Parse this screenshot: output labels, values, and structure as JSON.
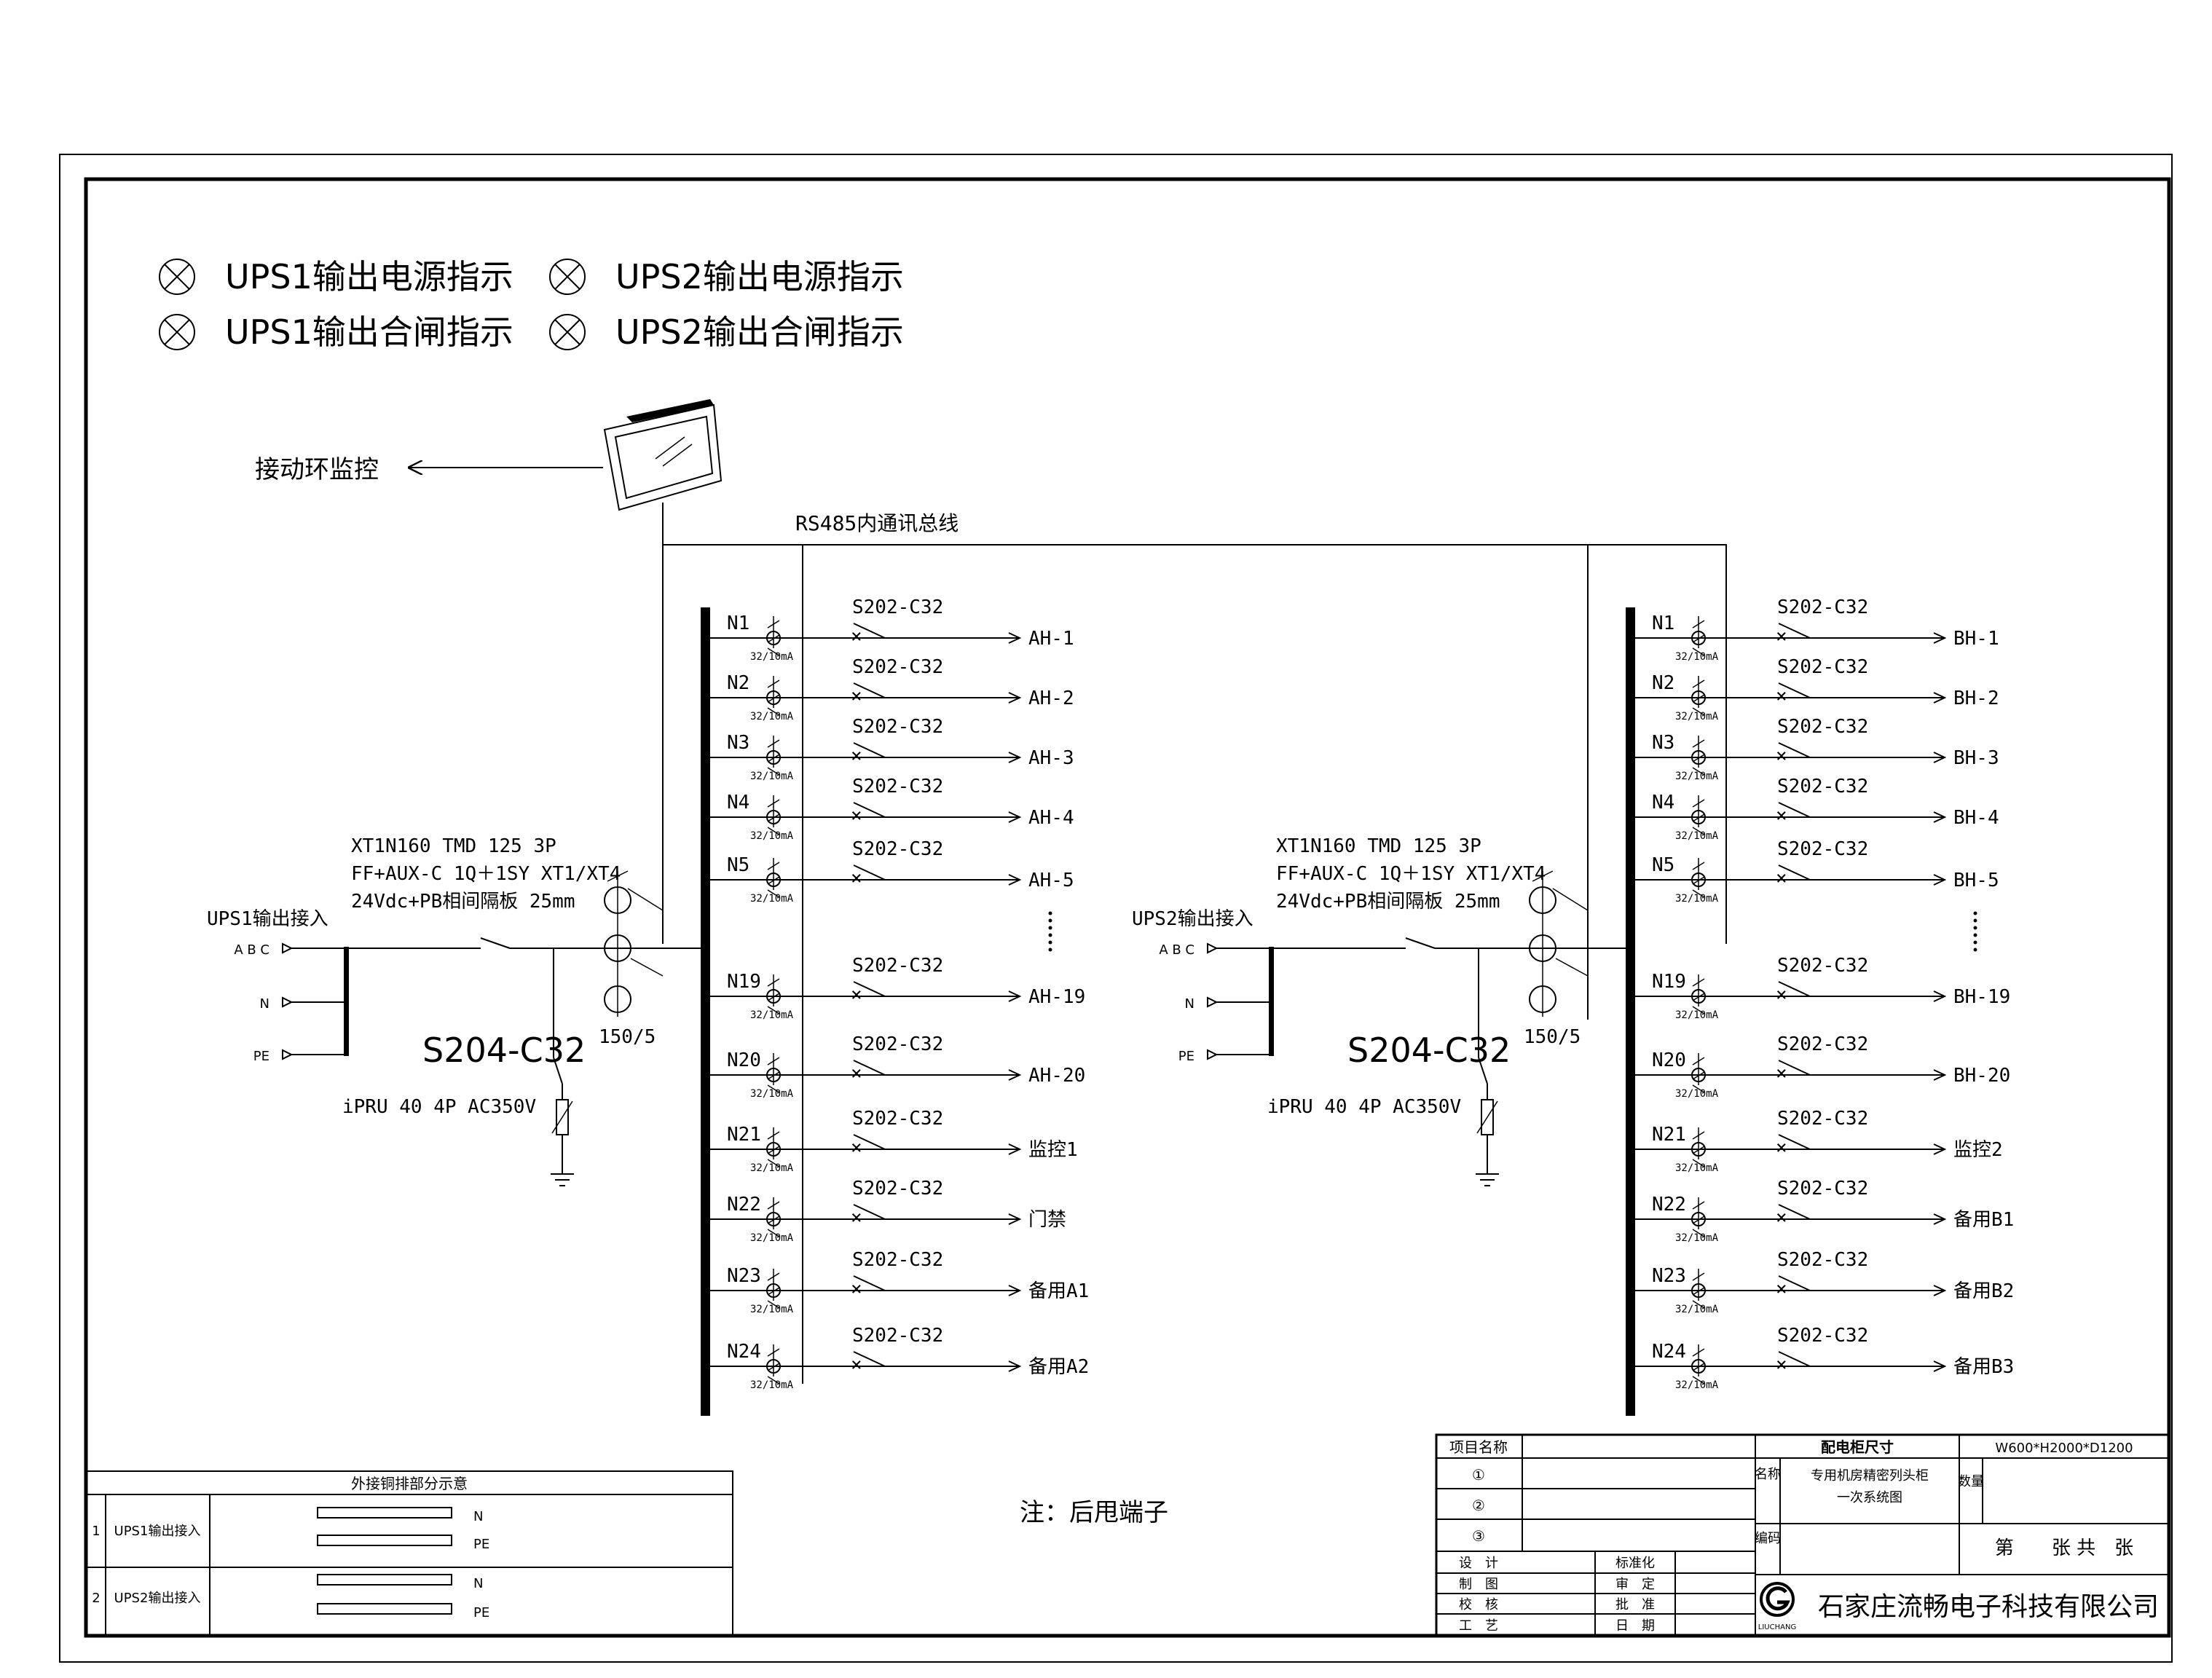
{
  "legend": [
    {
      "icon": "indicator-lamp-icon",
      "text": "UPS1输出电源指示"
    },
    {
      "icon": "indicator-lamp-icon",
      "text": "UPS2输出电源指示"
    },
    {
      "icon": "indicator-lamp-icon",
      "text": "UPS1输出合闸指示"
    },
    {
      "icon": "indicator-lamp-icon",
      "text": "UPS2输出合闸指示"
    }
  ],
  "monitor": {
    "label": "接动环监控",
    "icon": "touch-screen-monitor-icon"
  },
  "bus_label": "RS485内通讯总线",
  "panels": [
    {
      "input_label": "UPS1输出接入",
      "phase_labels": [
        "A B C",
        "N",
        "PE"
      ],
      "main_breaker": [
        "XT1N160 TMD 125 3P",
        "FF+AUX-C 1Q＋1SY XT1/XT4",
        "24Vdc+PB相间隔板 25mm"
      ],
      "ct_label": "150/5",
      "spd_breaker": "S204-C32",
      "spd": "iPRU 40 4P AC350V",
      "circuits": [
        {
          "n": "N1",
          "rating": "32/10mA",
          "breaker": "S202-C32",
          "out": "AH-1"
        },
        {
          "n": "N2",
          "rating": "32/10mA",
          "breaker": "S202-C32",
          "out": "AH-2"
        },
        {
          "n": "N3",
          "rating": "32/10mA",
          "breaker": "S202-C32",
          "out": "AH-3"
        },
        {
          "n": "N4",
          "rating": "32/10mA",
          "breaker": "S202-C32",
          "out": "AH-4"
        },
        {
          "n": "N5",
          "rating": "32/10mA",
          "breaker": "S202-C32",
          "out": "AH-5"
        },
        {
          "n": "N19",
          "rating": "32/10mA",
          "breaker": "S202-C32",
          "out": "AH-19"
        },
        {
          "n": "N20",
          "rating": "32/10mA",
          "breaker": "S202-C32",
          "out": "AH-20"
        },
        {
          "n": "N21",
          "rating": "32/10mA",
          "breaker": "S202-C32",
          "out": "监控1"
        },
        {
          "n": "N22",
          "rating": "32/10mA",
          "breaker": "S202-C32",
          "out": "门禁"
        },
        {
          "n": "N23",
          "rating": "32/10mA",
          "breaker": "S202-C32",
          "out": "备用A1"
        },
        {
          "n": "N24",
          "rating": "32/10mA",
          "breaker": "S202-C32",
          "out": "备用A2"
        }
      ]
    },
    {
      "input_label": "UPS2输出接入",
      "phase_labels": [
        "A B C",
        "N",
        "PE"
      ],
      "main_breaker": [
        "XT1N160 TMD 125 3P",
        "FF+AUX-C 1Q＋1SY XT1/XT4",
        "24Vdc+PB相间隔板 25mm"
      ],
      "ct_label": "150/5",
      "spd_breaker": "S204-C32",
      "spd": "iPRU 40 4P AC350V",
      "circuits": [
        {
          "n": "N1",
          "rating": "32/10mA",
          "breaker": "S202-C32",
          "out": "BH-1"
        },
        {
          "n": "N2",
          "rating": "32/10mA",
          "breaker": "S202-C32",
          "out": "BH-2"
        },
        {
          "n": "N3",
          "rating": "32/10mA",
          "breaker": "S202-C32",
          "out": "BH-3"
        },
        {
          "n": "N4",
          "rating": "32/10mA",
          "breaker": "S202-C32",
          "out": "BH-4"
        },
        {
          "n": "N5",
          "rating": "32/10mA",
          "breaker": "S202-C32",
          "out": "BH-5"
        },
        {
          "n": "N19",
          "rating": "32/10mA",
          "breaker": "S202-C32",
          "out": "BH-19"
        },
        {
          "n": "N20",
          "rating": "32/10mA",
          "breaker": "S202-C32",
          "out": "BH-20"
        },
        {
          "n": "N21",
          "rating": "32/10mA",
          "breaker": "S202-C32",
          "out": "监控2"
        },
        {
          "n": "N22",
          "rating": "32/10mA",
          "breaker": "S202-C32",
          "out": "备用B1"
        },
        {
          "n": "N23",
          "rating": "32/10mA",
          "breaker": "S202-C32",
          "out": "备用B2"
        },
        {
          "n": "N24",
          "rating": "32/10mA",
          "breaker": "S202-C32",
          "out": "备用B3"
        }
      ]
    }
  ],
  "note": "注：后甩端子",
  "copper_table": {
    "title": "外接铜排部分示意",
    "rows": [
      {
        "no": "1",
        "name": "UPS1输出接入",
        "bars": [
          "N",
          "PE"
        ]
      },
      {
        "no": "2",
        "name": "UPS2输出接入",
        "bars": [
          "N",
          "PE"
        ]
      }
    ]
  },
  "title_block": {
    "project_label": "项目名称",
    "items": [
      "①",
      "②",
      "③"
    ],
    "cabinet_size_label": "配电柜尺寸",
    "cabinet_size": "W600*H2000*D1200",
    "name_label": "名称",
    "name_lines": [
      "专用机房精密列头柜",
      "一次系统图"
    ],
    "qty_label": "数量",
    "code_label": "编码",
    "sheet": "第　　张 共　张",
    "roles_left": [
      "设　计",
      "制　图",
      "校　核",
      "工　艺"
    ],
    "roles_right": [
      "标准化",
      "审　定",
      "批　准",
      "日　期"
    ],
    "company": "石家庄流畅电子科技有限公司",
    "logo_text": "LIUCHANG",
    "logo_icon": "company-logo-icon"
  }
}
